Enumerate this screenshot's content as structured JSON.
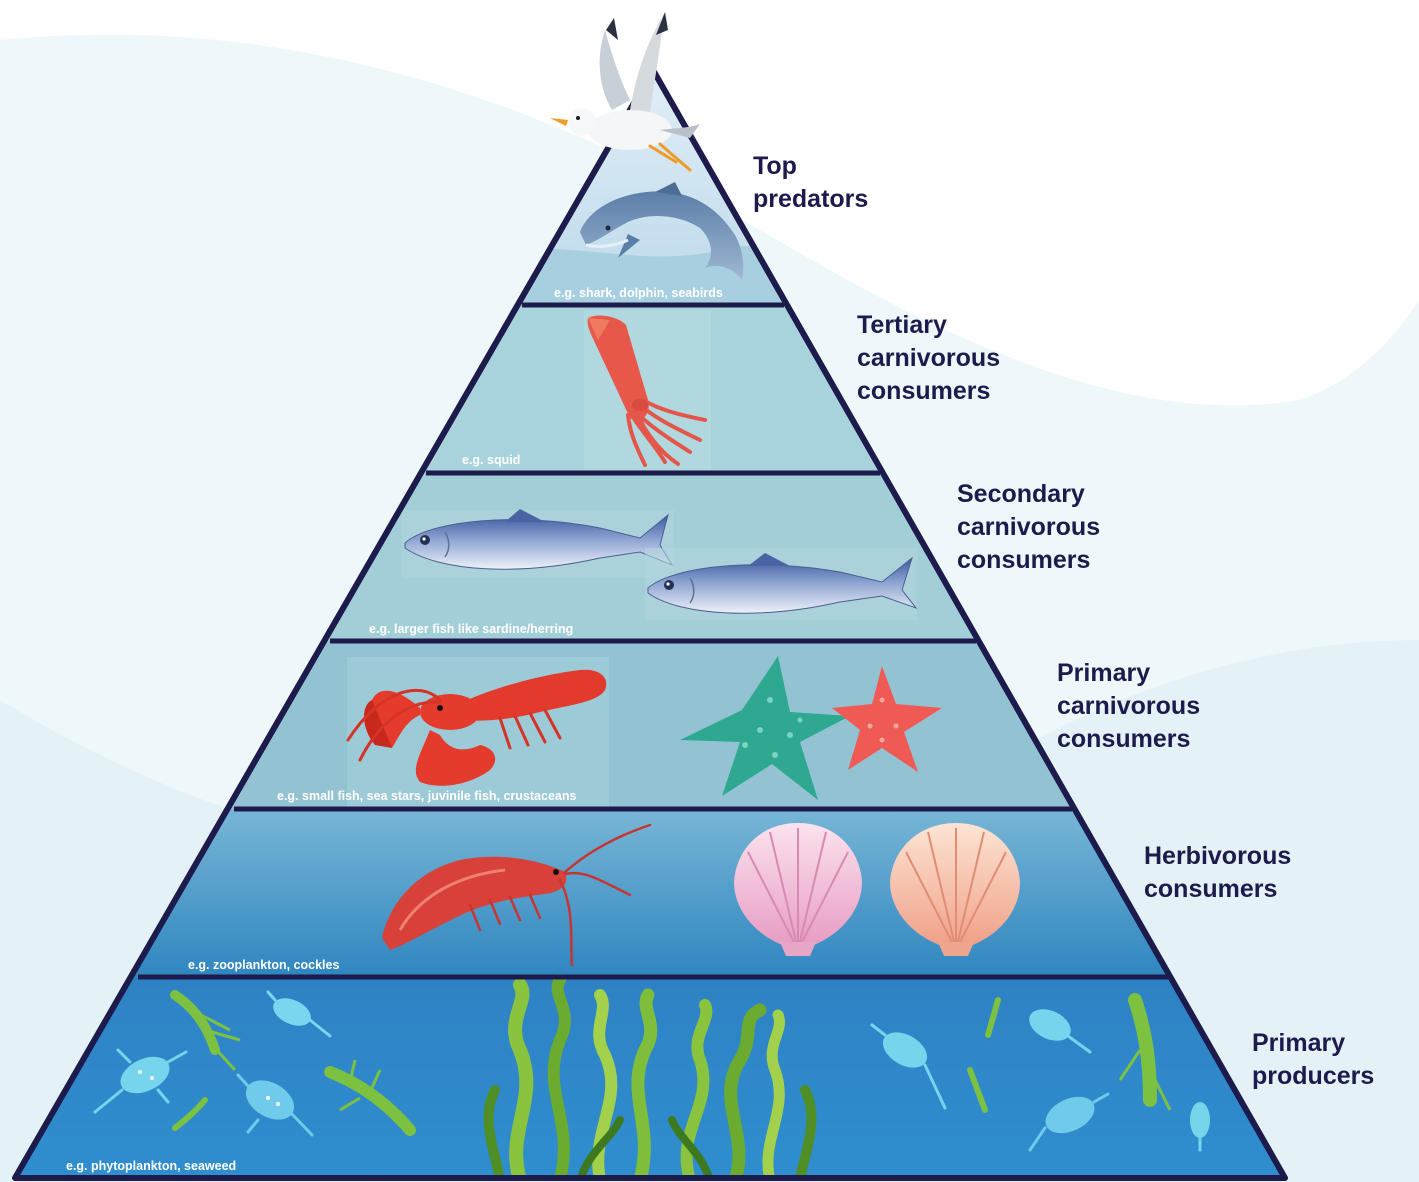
{
  "diagram": {
    "colors": {
      "outline": "#1d1b4c",
      "label_text": "#1d1b4c",
      "example_text": "#ffffff",
      "background_wave": "#e9f5f9",
      "background_wave_light": "#f3f9fb",
      "tier_top": "#c9e1ee",
      "tier_tertiary": "#a9d3dc",
      "tier_secondary": "#a1cdd6",
      "tier_primary_carnivores": "#94c4d2",
      "tier_herbivores": "#3f98c8",
      "tier_producers": "#2e86c8"
    },
    "tiers": [
      {
        "id": "top-predators",
        "label_lines": [
          "Top",
          "predators"
        ],
        "example": "e.g. shark, dolphin, seabirds",
        "icons": [
          "seagull-icon",
          "dolphin-icon"
        ]
      },
      {
        "id": "tertiary-carnivorous-consumers",
        "label_lines": [
          "Tertiary",
          "carnivorous",
          "consumers"
        ],
        "example": "e.g. squid",
        "icons": [
          "squid-icon"
        ]
      },
      {
        "id": "secondary-carnivorous-consumers",
        "label_lines": [
          "Secondary",
          "carnivorous",
          "consumers"
        ],
        "example": "e.g. larger fish like sardine/herring",
        "icons": [
          "sardine-icon",
          "herring-icon"
        ]
      },
      {
        "id": "primary-carnivorous-consumers",
        "label_lines": [
          "Primary",
          "carnivorous",
          "consumers"
        ],
        "example": "e.g. small fish, sea stars, juvinile fish, crustaceans",
        "icons": [
          "lobster-icon",
          "green-sea-star-icon",
          "red-sea-star-icon"
        ]
      },
      {
        "id": "herbivorous-consumers",
        "label_lines": [
          "Herbivorous",
          "consumers"
        ],
        "example": "e.g. zooplankton, cockles",
        "icons": [
          "shrimp-icon",
          "pink-cockle-shell-icon",
          "peach-cockle-shell-icon"
        ]
      },
      {
        "id": "primary-producers",
        "label_lines": [
          "Primary",
          "producers"
        ],
        "example": "e.g. phytoplankton, seaweed",
        "icons": [
          "phytoplankton-icon",
          "seaweed-icon"
        ]
      }
    ]
  }
}
